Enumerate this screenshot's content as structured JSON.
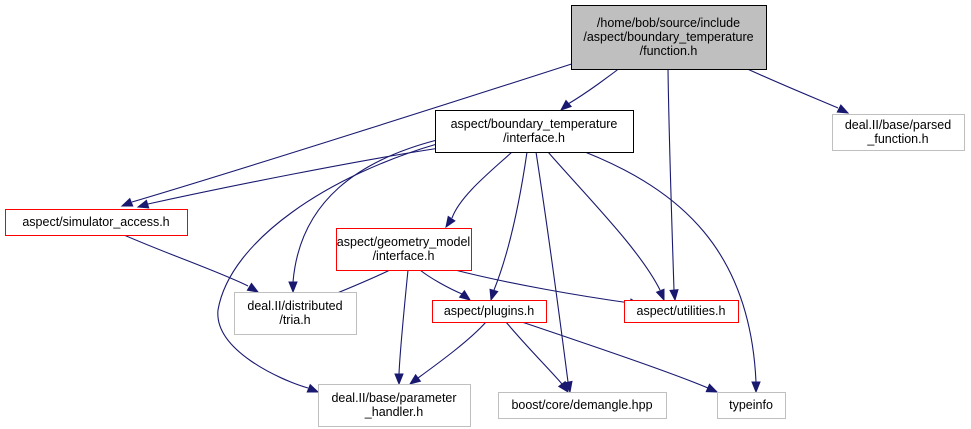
{
  "diagram": {
    "title": "Include dependency graph for /home/bob/source/include/aspect/boundary_temperature/function.h",
    "colors": {
      "edge": "#191970",
      "root_fill": "#bfbfbf",
      "root_border": "#000000",
      "node_border_default": "#000000",
      "node_border_red": "#ff0000",
      "node_border_grey": "#bfbfbf"
    },
    "nodes": [
      {
        "id": "function_h",
        "lines": [
          "/home/bob/source/include",
          "/aspect/boundary_temperature",
          "/function.h"
        ],
        "style": "root"
      },
      {
        "id": "bt_interface_h",
        "lines": [
          "aspect/boundary_temperature",
          "/interface.h"
        ],
        "style": "black"
      },
      {
        "id": "parsed_function_h",
        "lines": [
          "deal.II/base/parsed",
          "_function.h"
        ],
        "style": "grey"
      },
      {
        "id": "simulator_access_h",
        "lines": [
          "aspect/simulator_access.h"
        ],
        "style": "red"
      },
      {
        "id": "gm_interface_h",
        "lines": [
          "aspect/geometry_model",
          "/interface.h"
        ],
        "style": "red"
      },
      {
        "id": "tria_h",
        "lines": [
          "deal.II/distributed",
          "/tria.h"
        ],
        "style": "grey"
      },
      {
        "id": "plugins_h",
        "lines": [
          "aspect/plugins.h"
        ],
        "style": "red"
      },
      {
        "id": "utilities_h",
        "lines": [
          "aspect/utilities.h"
        ],
        "style": "red"
      },
      {
        "id": "parameter_handler_h",
        "lines": [
          "deal.II/base/parameter",
          "_handler.h"
        ],
        "style": "grey"
      },
      {
        "id": "demangle_hpp",
        "lines": [
          "boost/core/demangle.hpp"
        ],
        "style": "grey"
      },
      {
        "id": "typeinfo",
        "lines": [
          "typeinfo"
        ],
        "style": "grey"
      }
    ],
    "edges": [
      {
        "from": "function_h",
        "to": "bt_interface_h"
      },
      {
        "from": "function_h",
        "to": "simulator_access_h"
      },
      {
        "from": "function_h",
        "to": "utilities_h"
      },
      {
        "from": "function_h",
        "to": "parsed_function_h"
      },
      {
        "from": "bt_interface_h",
        "to": "simulator_access_h"
      },
      {
        "from": "bt_interface_h",
        "to": "gm_interface_h"
      },
      {
        "from": "bt_interface_h",
        "to": "tria_h"
      },
      {
        "from": "bt_interface_h",
        "to": "parameter_handler_h"
      },
      {
        "from": "bt_interface_h",
        "to": "plugins_h"
      },
      {
        "from": "bt_interface_h",
        "to": "utilities_h"
      },
      {
        "from": "bt_interface_h",
        "to": "demangle_hpp"
      },
      {
        "from": "bt_interface_h",
        "to": "typeinfo"
      },
      {
        "from": "simulator_access_h",
        "to": "tria_h"
      },
      {
        "from": "gm_interface_h",
        "to": "tria_h"
      },
      {
        "from": "gm_interface_h",
        "to": "plugins_h"
      },
      {
        "from": "gm_interface_h",
        "to": "utilities_h"
      },
      {
        "from": "gm_interface_h",
        "to": "parameter_handler_h"
      },
      {
        "from": "plugins_h",
        "to": "parameter_handler_h"
      },
      {
        "from": "plugins_h",
        "to": "demangle_hpp"
      },
      {
        "from": "plugins_h",
        "to": "typeinfo"
      }
    ]
  }
}
